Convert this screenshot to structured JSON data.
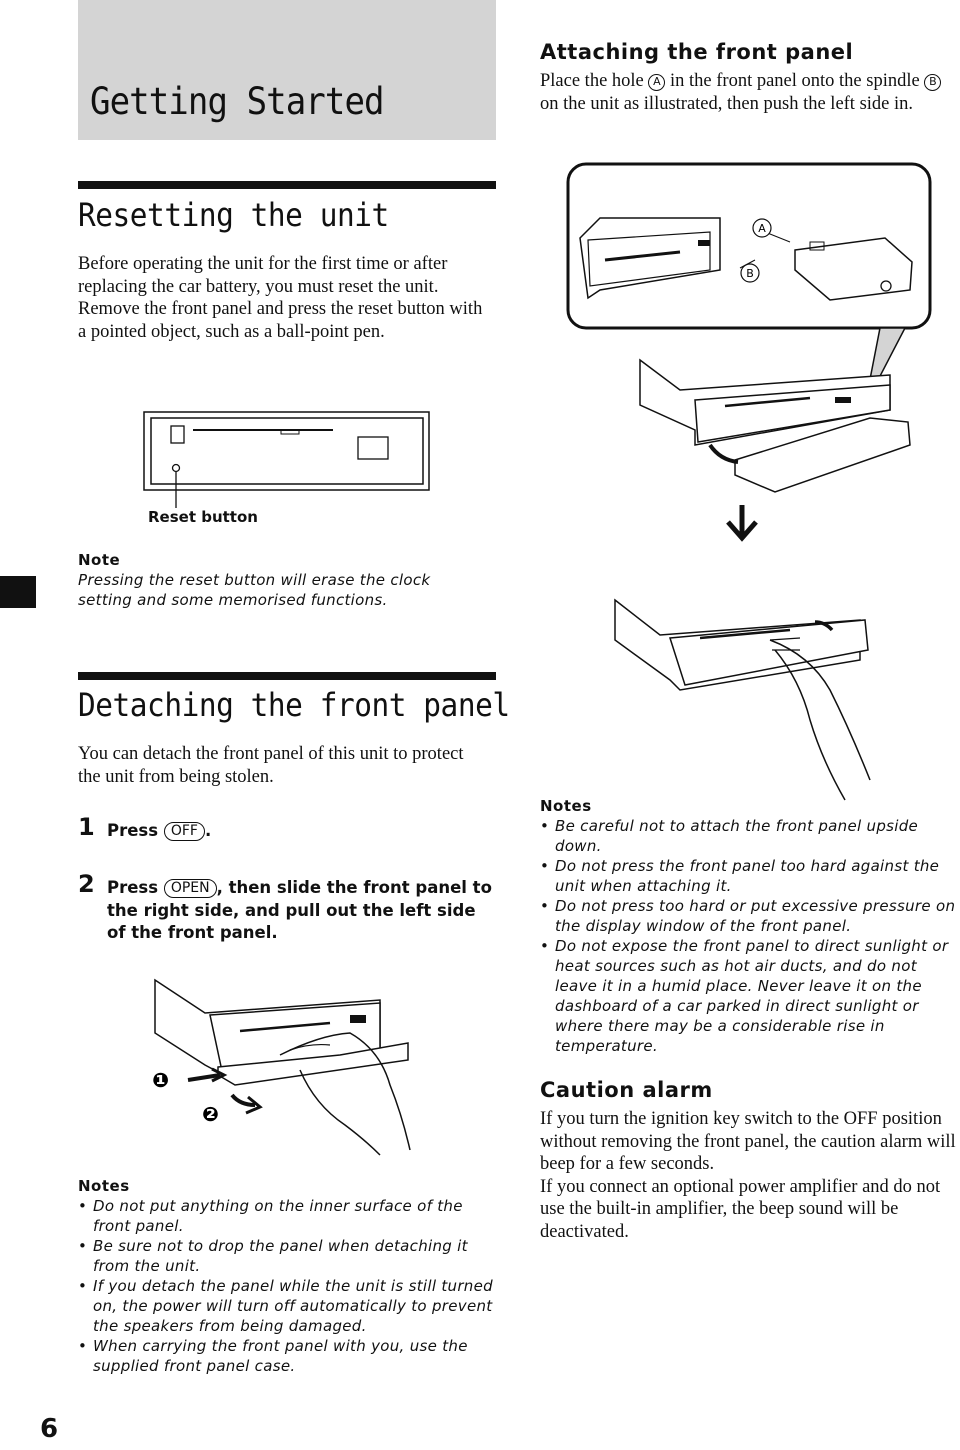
{
  "banner": {
    "title": "Getting Started"
  },
  "attaching": {
    "heading": "Attaching the front panel",
    "text_before_a": "Place the hole ",
    "marker_a": "A",
    "text_between": " in the front panel onto the spindle ",
    "marker_b": "B",
    "text_after_b": " on the unit as illustrated, then push the left side in.",
    "illustration_labels": {
      "a": "A",
      "b": "B"
    },
    "notes_heading": "Notes",
    "notes": [
      "Be careful not to attach the front panel upside down.",
      "Do not press the front panel too hard against the unit when attaching it.",
      "Do not press too hard or put excessive pressure on the display window of the front panel.",
      "Do not expose the front panel to direct sunlight or heat sources such as hot air ducts, and do not leave it in a humid place. Never leave it on the dashboard of a car parked in direct sunlight or where there may be a considerable rise in temperature."
    ]
  },
  "resetting": {
    "heading": "Resetting the unit",
    "paragraph1": "Before operating the unit for the first time or after replacing the car battery, you must reset the unit.",
    "paragraph2": "Remove the front panel and press the reset button with a pointed object, such as a ball-point pen.",
    "figure_label": "Reset button",
    "note_heading": "Note",
    "note_text": "Pressing the reset button will erase the clock setting and some memorised functions."
  },
  "detaching": {
    "heading": "Detaching the front panel",
    "intro": "You can detach the front panel of this unit to protect the unit from being stolen.",
    "steps": [
      {
        "number": "1",
        "prefix": "Press ",
        "key": "OFF",
        "suffix": "."
      },
      {
        "number": "2",
        "prefix": "Press ",
        "key": "OPEN",
        "suffix": ", then slide the front panel to the right side, and pull out the left side of the front panel."
      }
    ],
    "figure_markers": [
      "❶",
      "❷"
    ],
    "notes_heading": "Notes",
    "notes": [
      "Do not put anything on the inner surface of the front panel.",
      "Be sure not to drop the panel when detaching it from the unit.",
      "If you detach the panel while the unit is still turned on, the power will turn off automatically to prevent the speakers from being damaged.",
      "When carrying the front panel with you, use the supplied front panel case."
    ]
  },
  "caution": {
    "heading": "Caution alarm",
    "paragraph1": "If you turn the ignition key switch to the OFF position without removing the front panel, the caution alarm will beep for a few seconds.",
    "paragraph2": "If you connect an optional power amplifier and do not use the built-in amplifier, the beep sound will be deactivated."
  },
  "page": {
    "number": "6"
  }
}
